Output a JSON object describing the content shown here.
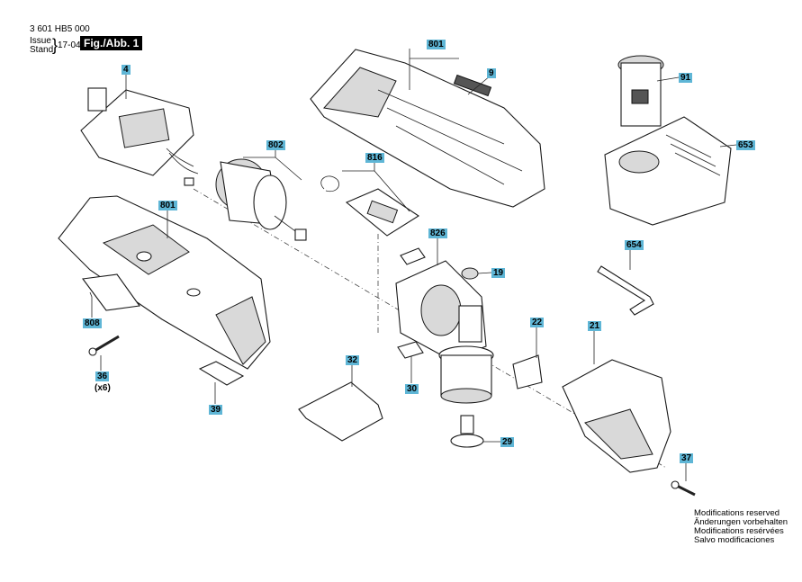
{
  "header": {
    "doc_number": "3 601 HB5 000",
    "issue_label": "Issue",
    "stand_label": "Stand",
    "brace": "}",
    "date": "17-04-05",
    "figure": "Fig./Abb. 1"
  },
  "callouts": [
    {
      "id": "p4",
      "text": "4"
    },
    {
      "id": "p801a",
      "text": "801"
    },
    {
      "id": "p9",
      "text": "9"
    },
    {
      "id": "p91",
      "text": "91"
    },
    {
      "id": "p653",
      "text": "653"
    },
    {
      "id": "p802",
      "text": "802"
    },
    {
      "id": "p816",
      "text": "816"
    },
    {
      "id": "p801b",
      "text": "801"
    },
    {
      "id": "p826",
      "text": "826"
    },
    {
      "id": "p19",
      "text": "19"
    },
    {
      "id": "p654",
      "text": "654"
    },
    {
      "id": "p808",
      "text": "808"
    },
    {
      "id": "p22",
      "text": "22"
    },
    {
      "id": "p21",
      "text": "21"
    },
    {
      "id": "p36",
      "text": "36"
    },
    {
      "id": "p32",
      "text": "32"
    },
    {
      "id": "p30",
      "text": "30"
    },
    {
      "id": "p39",
      "text": "39"
    },
    {
      "id": "p29",
      "text": "29"
    },
    {
      "id": "p37",
      "text": "37"
    }
  ],
  "qty_note": "(x6)",
  "modifications": [
    "Modifications reserved",
    "Änderungen vorbehalten",
    "Modifications resérvées",
    "Salvo modificaciones"
  ]
}
